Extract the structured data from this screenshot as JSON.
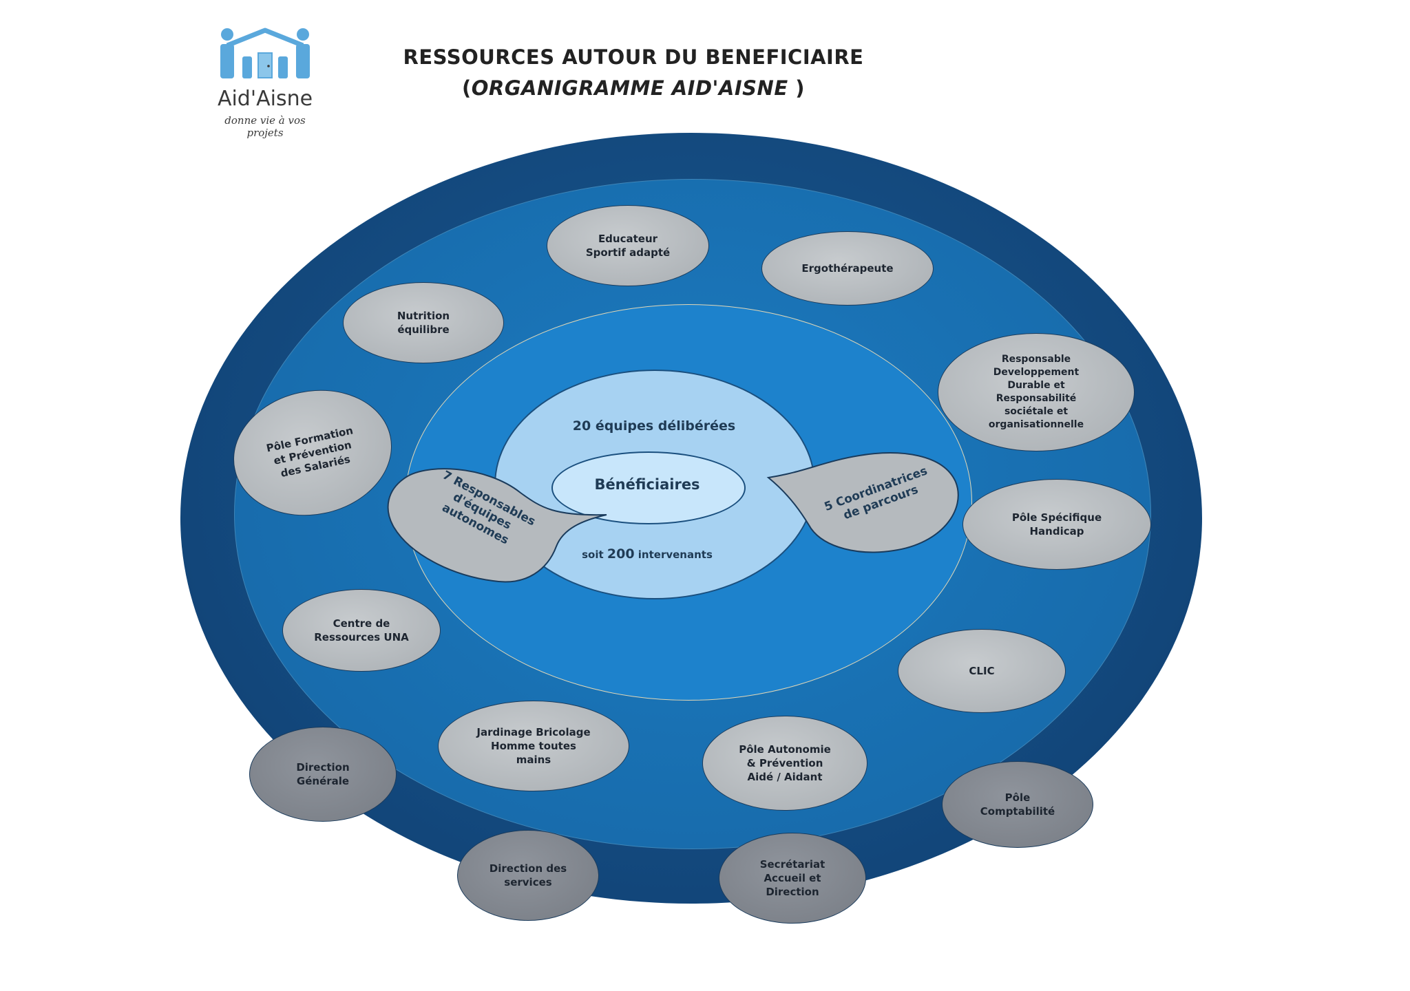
{
  "title": {
    "line1": "RESSOURCES AUTOUR DU BENEFICIAIRE",
    "line2_open": "(",
    "line2": "ORGANIGRAMME AID'AISNE",
    "line2_close": " )"
  },
  "logo": {
    "name": "Aid'Aisne",
    "tagline": "donne vie à vos projets",
    "colors": {
      "people": "#5aa8dc",
      "door": "#5aa8dc"
    }
  },
  "center": {
    "core": "Bénéficiaires",
    "teams": "20 équipes délibérées",
    "intervenants_prefix": "soit ",
    "intervenants_number": "200",
    "intervenants_suffix": " intervenants"
  },
  "speech_bubbles": {
    "left": "7 Responsables\nd'équipes\nautonomes",
    "right": "5 Coordinatrices\nde parcours"
  },
  "resources": [
    {
      "id": "educateur",
      "label": "Educateur\nSportif adapté"
    },
    {
      "id": "ergotherapeute",
      "label": "Ergothérapeute"
    },
    {
      "id": "nutrition",
      "label": "Nutrition\néquilibre"
    },
    {
      "id": "responsable-dd",
      "label": "Responsable\nDeveloppement\nDurable et\nResponsabilité\nsociétale et\norganisationnelle"
    },
    {
      "id": "pole-formation",
      "label": "Pôle Formation\net Prévention\ndes Salariés"
    },
    {
      "id": "pole-handicap",
      "label": "Pôle Spécifique\nHandicap"
    },
    {
      "id": "centre-una",
      "label": "Centre de\nRessources UNA"
    },
    {
      "id": "clic",
      "label": "CLIC"
    },
    {
      "id": "jardinage",
      "label": "Jardinage Bricolage\nHomme toutes\nmains"
    },
    {
      "id": "pole-autonomie",
      "label": "Pôle Autonomie\n& Prévention\nAidé / Aidant"
    }
  ],
  "administration": [
    {
      "id": "direction-generale",
      "label": "Direction\nGénérale"
    },
    {
      "id": "pole-comptabilite",
      "label": "Pôle\nComptabilité"
    },
    {
      "id": "direction-services",
      "label": "Direction des\nservices"
    },
    {
      "id": "secretariat",
      "label": "Secrétariat\nAccueil et\nDirection"
    }
  ],
  "colors": {
    "outer_ring": "#12467a",
    "middle_ring": "#176aaa",
    "inner_ring": "#1d82cc",
    "center": "#a7d2f2",
    "core": "#c8e6fb",
    "resource_bubble": "#b0b5b9",
    "admin_bubble": "#7d828a"
  }
}
